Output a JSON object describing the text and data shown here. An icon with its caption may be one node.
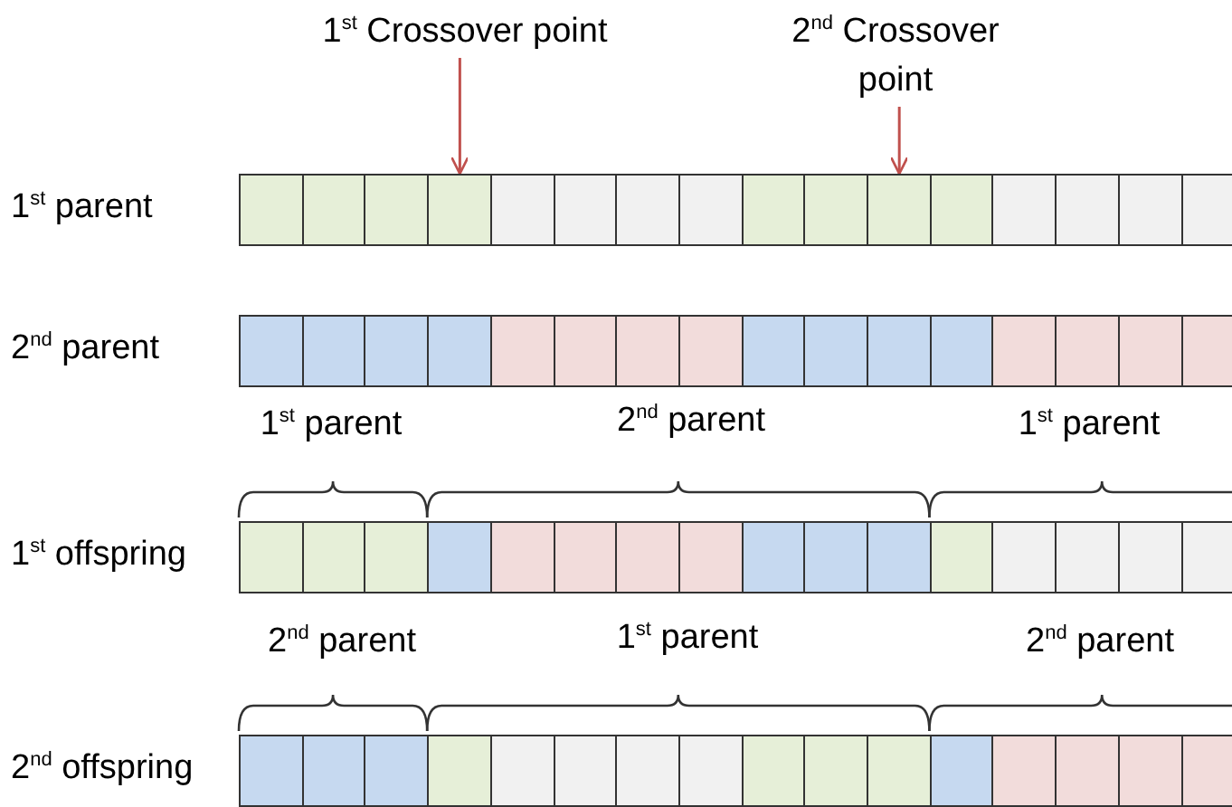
{
  "diagram": {
    "nodes": [
      {
        "text": [
          "1$^{st}$ Crossover point"
        ]
      },
      {
        "text": [
          "2$^{nd}$ Crossover point"
        ]
      },
      {
        "text": [
          "1$^{st}$ parent"
        ]
      },
      {
        "text": [],
        "shape": "box",
        "in": 2
      },
      {
        "text": [],
        "shape": "box",
        "in": 2
      },
      {
        "text": [],
        "shape": "box",
        "in": 2
      },
      {
        "text": [],
        "shape": "box",
        "in": 2
      },
      {
        "text": [],
        "shape": "box",
        "in": 2
      },
      {
        "text": [],
        "shape": "box",
        "in": 2
      },
      {
        "text": [],
        "shape": "box",
        "in": 2
      },
      {
        "text": [],
        "shape": "box",
        "in": 2
      },
      {
        "text": [],
        "shape": "box",
        "in": 2
      },
      {
        "text": [],
        "shape": "box",
        "in": 2
      },
      {
        "text": [],
        "shape": "box",
        "in": 2
      },
      {
        "text": [],
        "shape": "box",
        "in": 2
      },
      {
        "text": [],
        "shape": "box",
        "in": 2
      },
      {
        "text": [],
        "shape": "box",
        "in": 2
      },
      {
        "text": [],
        "shape": "box",
        "in": 2
      },
      {
        "text": [],
        "shape": "box",
        "in": 2
      },
      {
        "text": [
          "2$^{nd}$ parent"
        ]
      },
      {
        "text": [],
        "shape": "box",
        "in": 19
      },
      {
        "text": [],
        "shape": "box",
        "in": 19
      },
      {
        "text": [],
        "shape": "box",
        "in": 19
      },
      {
        "text": [],
        "shape": "box",
        "in": 19
      },
      {
        "text": [],
        "shape": "box",
        "in": 19
      },
      {
        "text": [],
        "shape": "box",
        "in": 19
      },
      {
        "text": [],
        "shape": "box",
        "in": 19
      },
      {
        "text": [],
        "shape": "box",
        "in": 19
      },
      {
        "text": [],
        "shape": "box",
        "in": 19
      },
      {
        "text": [],
        "shape": "box",
        "in": 19
      },
      {
        "text": [],
        "shape": "box",
        "in": 19
      },
      {
        "text": [],
        "shape": "box",
        "in": 19
      },
      {
        "text": [],
        "shape": "box",
        "in": 19
      },
      {
        "text": [],
        "shape": "box",
        "in": 19
      },
      {
        "text": [],
        "shape": "box",
        "in": 19
      },
      {
        "text": [],
        "shape": "box",
        "in": 19
      },
      {
        "text": [
          "1$^{st}$ offspring"
        ]
      },
      {
        "text": [],
        "shape": "box",
        "in": 36
      },
      {
        "text": [],
        "shape": "box",
        "in": 36
      },
      {
        "text": [],
        "shape": "box",
        "in": 36
      },
      {
        "text": [],
        "shape": "box",
        "in": 36
      },
      {
        "text": [],
        "shape": "box",
        "in": 36
      },
      {
        "text": [],
        "shape": "box",
        "in": 36
      },
      {
        "text": [],
        "shape": "box",
        "in": 36
      },
      {
        "text": [],
        "shape": "box",
        "in": 36
      },
      {
        "text": [],
        "shape": "box",
        "in": 36
      },
      {
        "text": [],
        "shape": "box",
        "in": 36
      },
      {
        "text": [],
        "shape": "box",
        "in": 36
      },
      {
        "text": [],
        "shape": "box",
        "in": 36
      },
      {
        "text": [],
        "shape": "box",
        "in": 36
      },
      {
        "text": [],
        "shape": "box",
        "in": 36
      },
      {
        "text": [],
        "shape": "box",
        "in": 36
      },
      {
        "text": [],
        "shape": "box",
        "in": 36
      },
      {
        "text": [
          "2$^{nd}$ offspring"
        ]
      },
      {
        "text": [],
        "shape": "box",
        "in": 53
      },
      {
        "text": [],
        "shape": "box",
        "in": 53
      },
      {
        "text": [],
        "shape": "box",
        "in": 53
      },
      {
        "text": [],
        "shape": "box",
        "in": 53
      },
      {
        "text": [],
        "shape": "box",
        "in": 53
      },
      {
        "text": [],
        "shape": "box",
        "in": 53
      },
      {
        "text": [],
        "shape": "box",
        "in": 53
      },
      {
        "text": [],
        "shape": "box",
        "in": 53
      },
      {
        "text": [],
        "shape": "box",
        "in": 53
      },
      {
        "text": [],
        "shape": "box",
        "in": 53
      },
      {
        "text": [],
        "shape": "box",
        "in": 53
      },
      {
        "text": [],
        "shape": "box",
        "in": 53
      },
      {
        "text": [],
        "shape": "box",
        "in": 53
      },
      {
        "text": [],
        "shape": "box",
        "in": 53
      },
      {
        "text": [],
        "shape": "box",
        "in": 53
      },
      {
        "text": [],
        "shape": "box",
        "in": 53
      }
    ],
    "edges": [
      {
        "from": 0,
        "to": 6,
        "arrow": "to",
        "color": "#c0504d"
      },
      {
        "from": 1,
        "to": 13,
        "arrow": "to",
        "color": "#c0504d"
      }
    ],
    "labels": [
      "1$^{st}$ parent",
      "2$^{nd}$ parent",
      "1$^{st}$ parent",
      "2$^{nd}$ parent",
      "1$^{st}$ parent",
      "2$^{nd}$ parent"
    ]
  }
}
